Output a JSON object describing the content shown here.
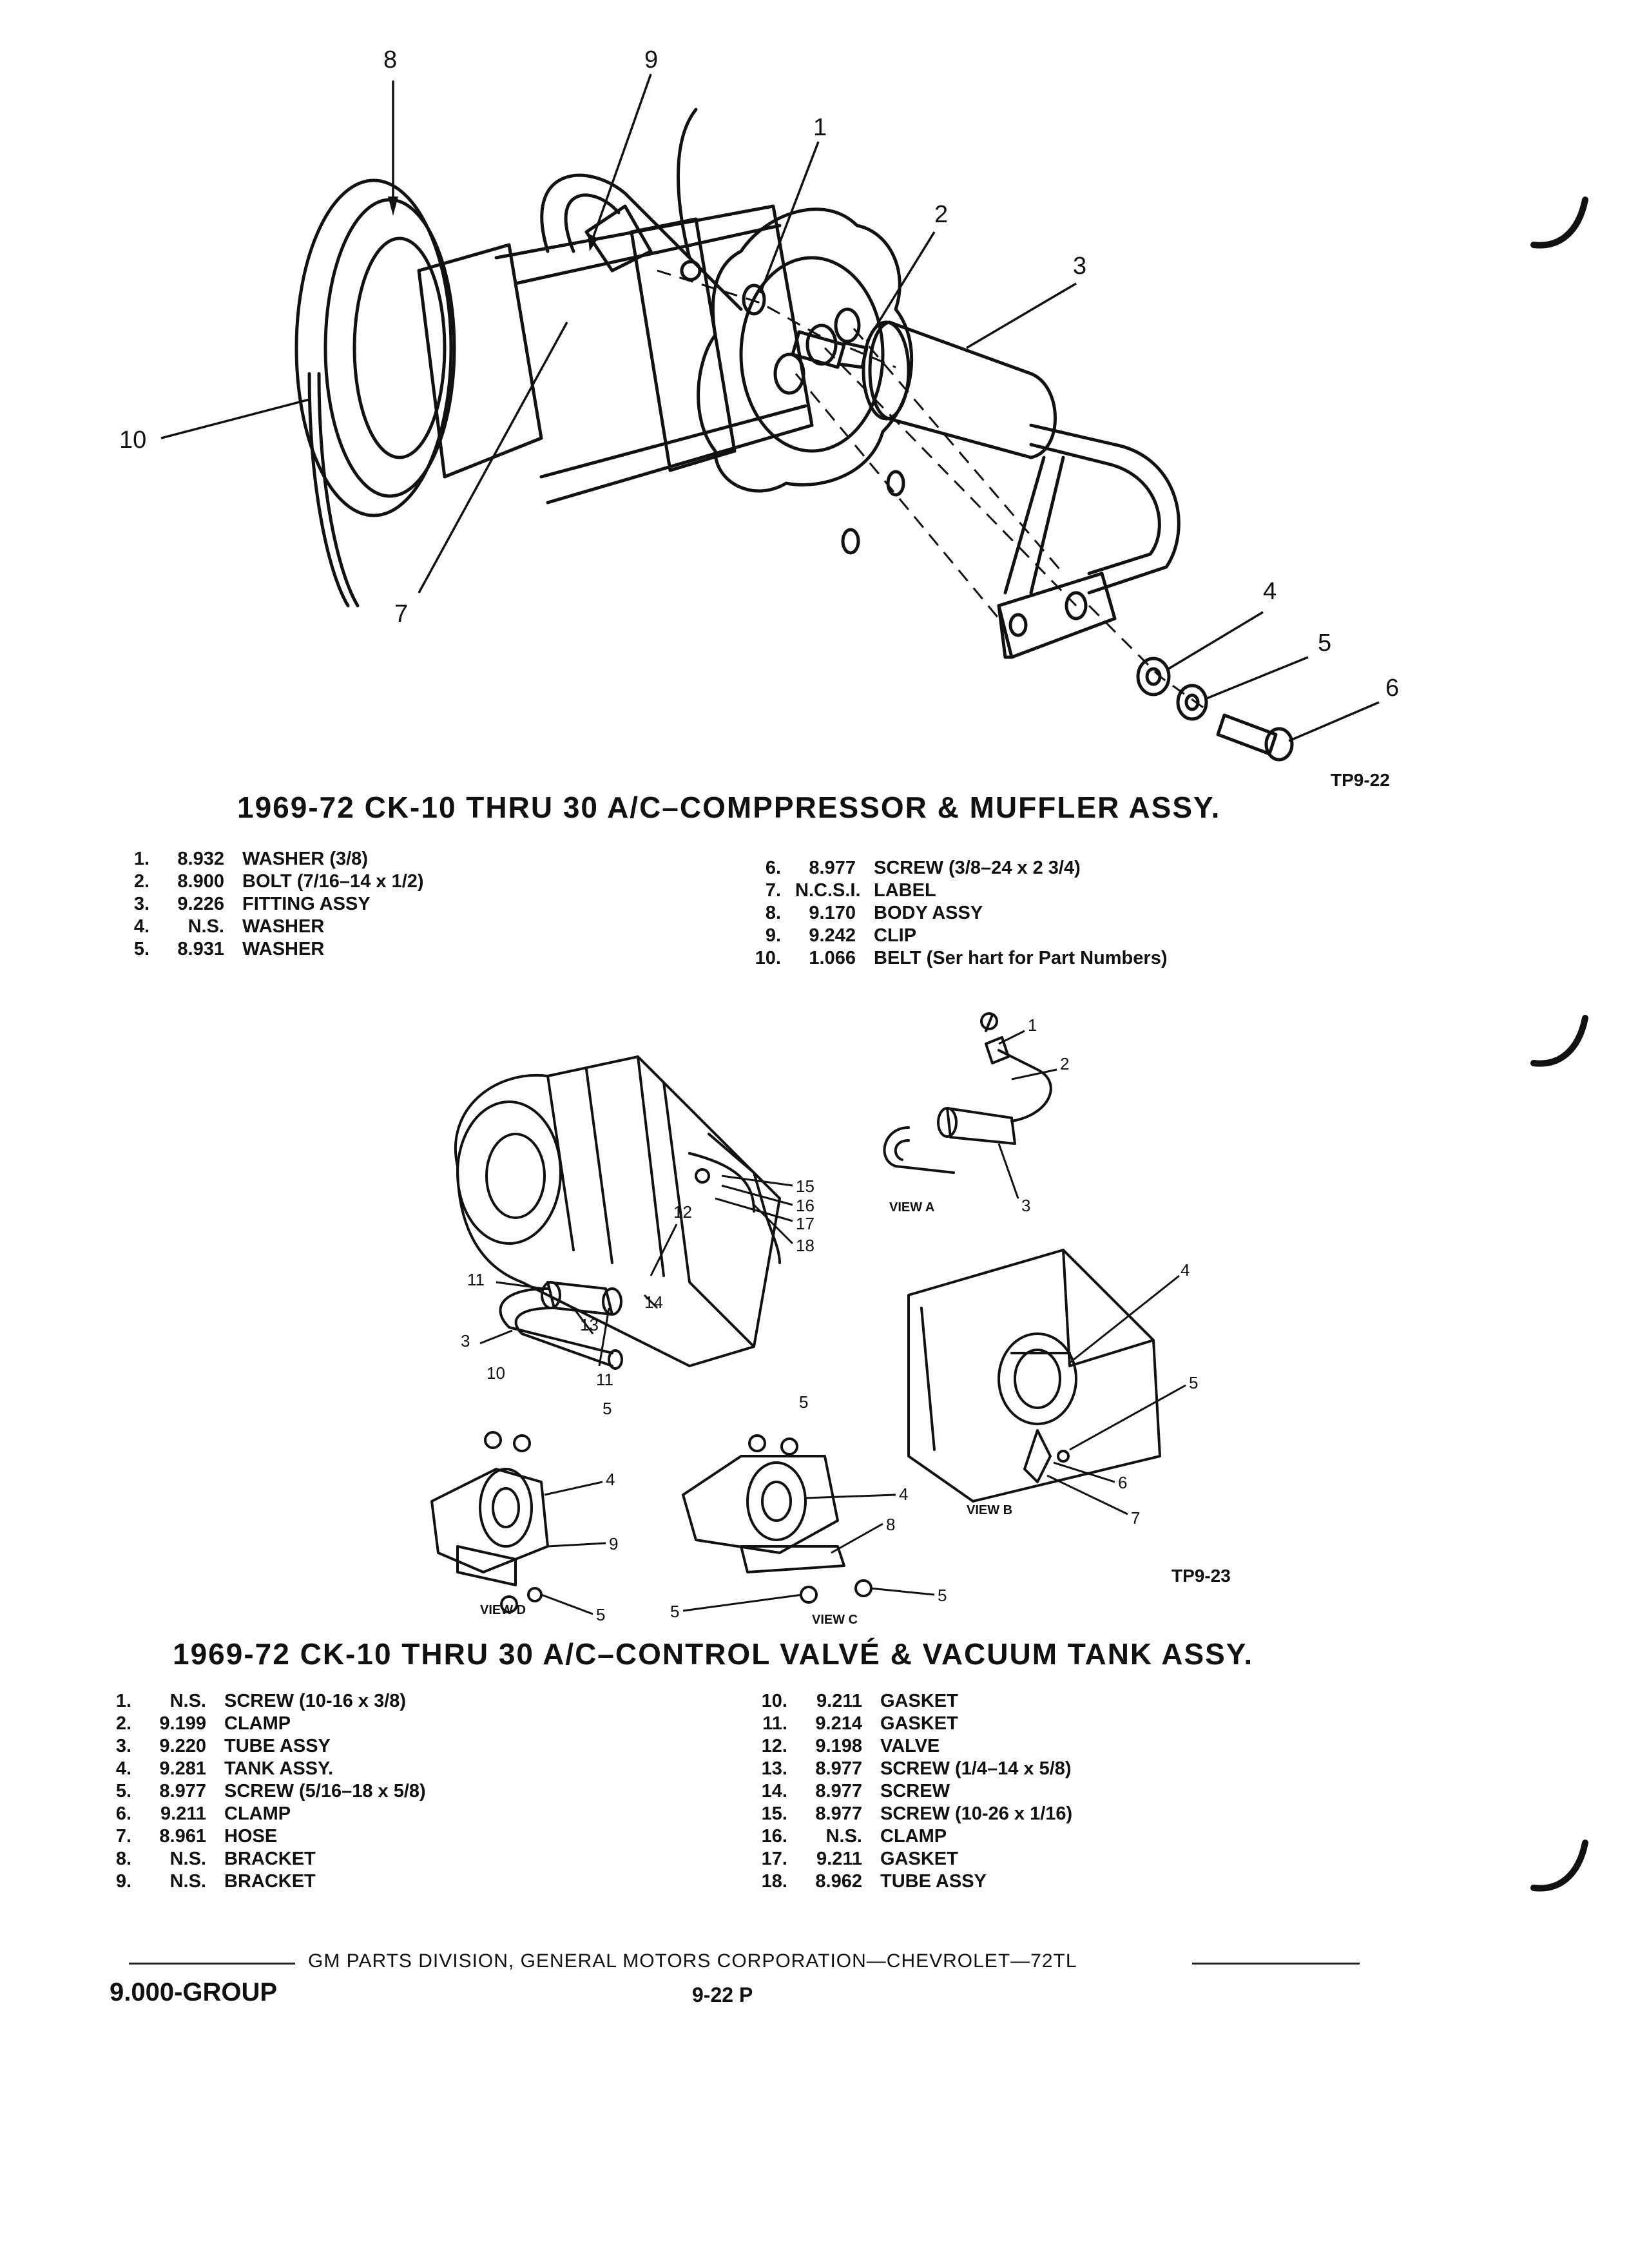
{
  "figure1": {
    "callouts": [
      "1",
      "2",
      "3",
      "4",
      "5",
      "6",
      "7",
      "8",
      "9",
      "10"
    ],
    "tag": "TP9-22",
    "title": "1969-72  CK-10  THRU  30  A/C–COMPPRESSOR  &  MUFFLER  ASSY.",
    "parts_left": [
      {
        "n": "1.",
        "p": "8.932",
        "d": "WASHER (3/8)"
      },
      {
        "n": "2.",
        "p": "8.900",
        "d": "BOLT (7/16–14 x 1/2)"
      },
      {
        "n": "3.",
        "p": "9.226",
        "d": "FITTING ASSY"
      },
      {
        "n": "4.",
        "p": "N.S.",
        "d": "WASHER"
      },
      {
        "n": "5.",
        "p": "8.931",
        "d": "WASHER"
      }
    ],
    "parts_right": [
      {
        "n": "6.",
        "p": "8.977",
        "d": "SCREW (3/8–24 x 2 3/4)"
      },
      {
        "n": "7.",
        "p": "N.C.S.I.",
        "d": "LABEL"
      },
      {
        "n": "8.",
        "p": "9.170",
        "d": "BODY ASSY"
      },
      {
        "n": "9.",
        "p": "9.242",
        "d": "CLIP"
      },
      {
        "n": "10.",
        "p": "1.066",
        "d": "BELT (Ser   hart for Part Numbers)"
      }
    ]
  },
  "figure2": {
    "callouts": [
      "1",
      "2",
      "3",
      "4",
      "5",
      "6",
      "7",
      "8",
      "9",
      "10",
      "11",
      "12",
      "13",
      "14",
      "15",
      "16",
      "17",
      "18"
    ],
    "view_labels": [
      "VIEW A",
      "VIEW B",
      "VIEW C",
      "VIEW D"
    ],
    "tag": "TP9-23",
    "title": "1969-72  CK-10  THRU  30  A/C–CONTROL  VALVÉ  &  VACUUM  TANK  ASSY.",
    "parts_left": [
      {
        "n": "1.",
        "p": "N.S.",
        "d": "SCREW (10-16 x 3/8)"
      },
      {
        "n": "2.",
        "p": "9.199",
        "d": "CLAMP"
      },
      {
        "n": "3.",
        "p": "9.220",
        "d": "TUBE ASSY"
      },
      {
        "n": "4.",
        "p": "9.281",
        "d": "TANK ASSY."
      },
      {
        "n": "5.",
        "p": "8.977",
        "d": "SCREW (5/16–18 x 5/8)"
      },
      {
        "n": "6.",
        "p": "9.211",
        "d": "CLAMP"
      },
      {
        "n": "7.",
        "p": "8.961",
        "d": "HOSE"
      },
      {
        "n": "8.",
        "p": "N.S.",
        "d": "BRACKET"
      },
      {
        "n": "9.",
        "p": "N.S.",
        "d": "BRACKET"
      }
    ],
    "parts_right": [
      {
        "n": "10.",
        "p": "9.211",
        "d": "GASKET"
      },
      {
        "n": "11.",
        "p": "9.214",
        "d": "GASKET"
      },
      {
        "n": "12.",
        "p": "9.198",
        "d": "VALVE"
      },
      {
        "n": "13.",
        "p": "8.977",
        "d": "SCREW (1/4–14 x 5/8)"
      },
      {
        "n": "14.",
        "p": "8.977",
        "d": "SCREW"
      },
      {
        "n": "15.",
        "p": "8.977",
        "d": "SCREW (10-26 x 1/16)"
      },
      {
        "n": "16.",
        "p": "N.S.",
        "d": "CLAMP"
      },
      {
        "n": "17.",
        "p": "9.211",
        "d": "GASKET"
      },
      {
        "n": "18.",
        "p": "8.962",
        "d": "TUBE ASSY"
      }
    ]
  },
  "footer": {
    "text": "GM PARTS DIVISION,  GENERAL MOTORS CORPORATION—CHEVROLET—72TL",
    "group": "9.000-GROUP",
    "page": "9-22 P"
  }
}
